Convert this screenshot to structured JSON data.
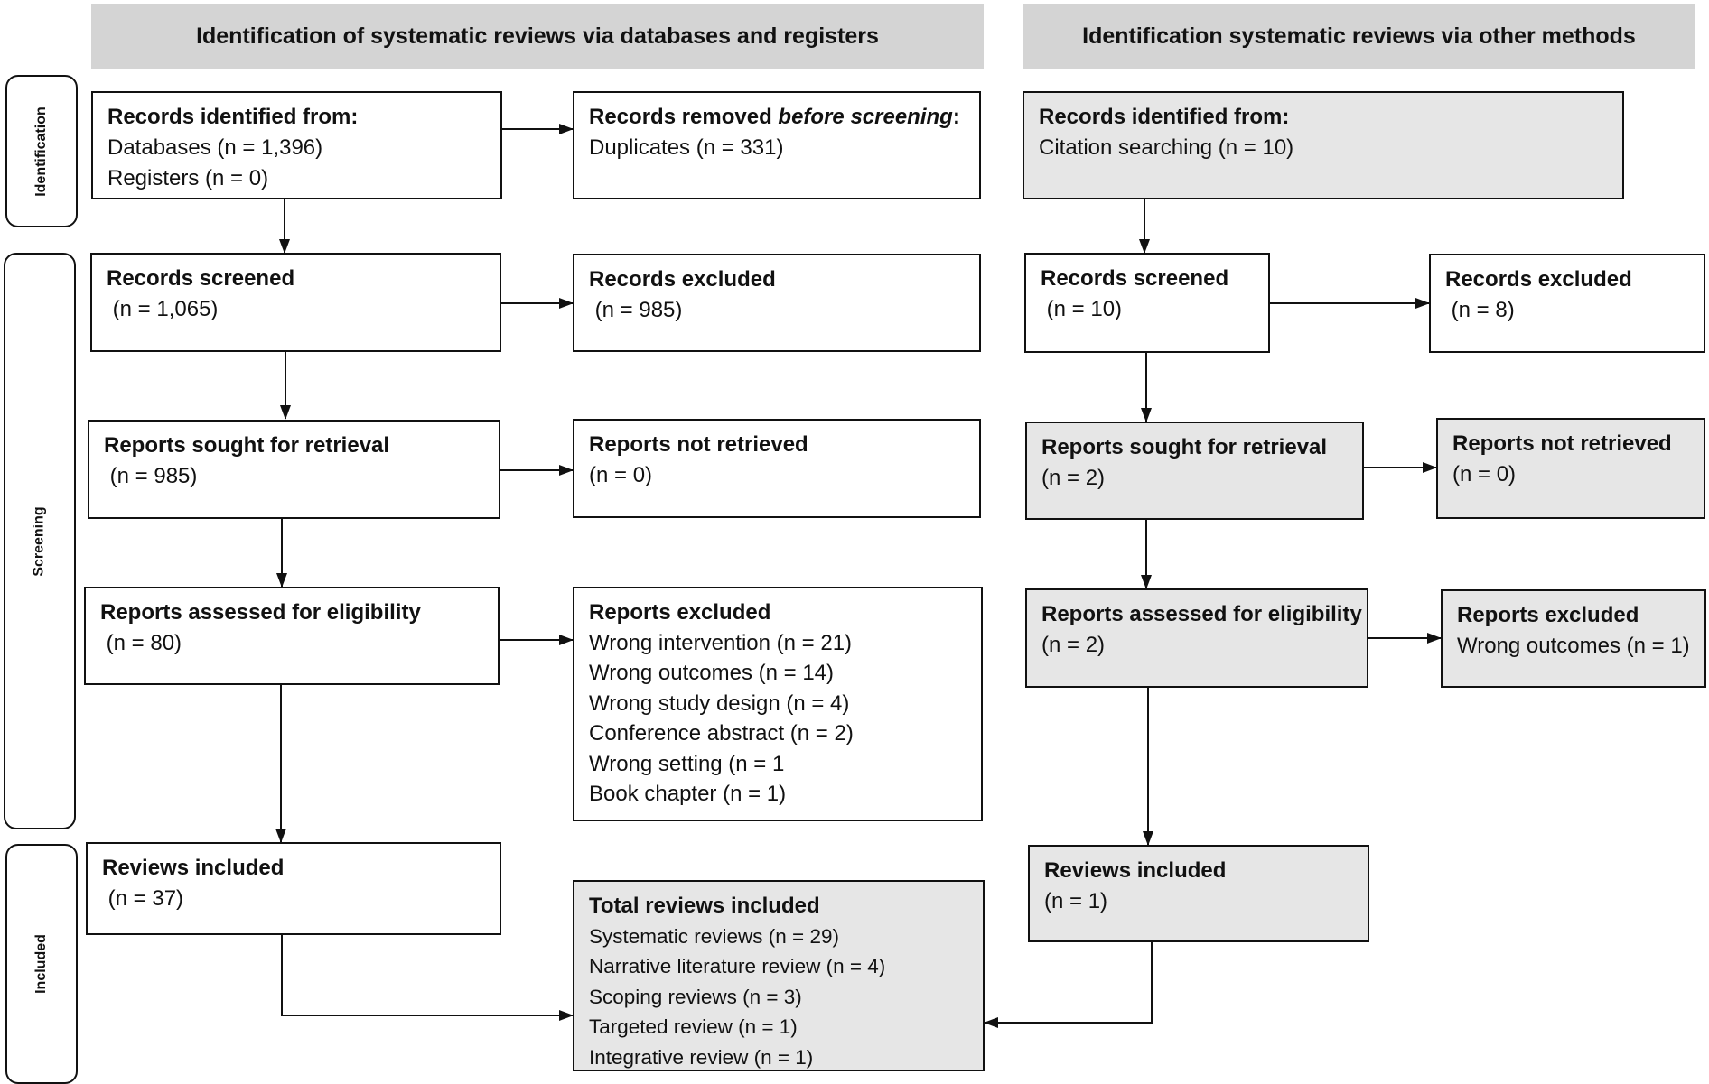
{
  "headers": {
    "left": "Identification of systematic reviews via databases and registers",
    "right": "Identification systematic reviews via other methods"
  },
  "stages": {
    "identification": "Identification",
    "screening": "Screening",
    "included": "Included"
  },
  "left": {
    "identified": {
      "title": "Records identified from:",
      "lines": [
        "Databases (n = 1,396)",
        "Registers (n = 0)"
      ]
    },
    "removed": {
      "title_pre": "Records removed ",
      "title_em": "before screening",
      "title_post": ":",
      "lines": [
        "Duplicates (n = 331)"
      ]
    },
    "screened": {
      "title": "Records screened",
      "lines": [
        " (n = 1,065)"
      ]
    },
    "excluded": {
      "title": "Records excluded",
      "lines": [
        " (n = 985)"
      ]
    },
    "sought": {
      "title": "Reports sought for retrieval",
      "lines": [
        " (n = 985)"
      ]
    },
    "not_retrieved": {
      "title": "Reports not retrieved",
      "lines": [
        "(n = 0)"
      ]
    },
    "assessed": {
      "title": "Reports assessed for eligibility",
      "lines": [
        " (n = 80)"
      ]
    },
    "reports_excluded": {
      "title": "Reports excluded",
      "lines": [
        "Wrong intervention (n = 21)",
        "Wrong outcomes (n = 14)",
        "Wrong study design (n = 4)",
        "Conference abstract (n = 2)",
        "Wrong setting (n = 1",
        "Book chapter (n = 1)"
      ]
    },
    "included": {
      "title": "Reviews included",
      "lines": [
        " (n = 37)"
      ]
    }
  },
  "total": {
    "title": "Total reviews included",
    "lines": [
      "Systematic reviews (n = 29)",
      "Narrative literature review (n = 4)",
      "Scoping reviews (n = 3)",
      "Targeted review (n = 1)",
      "Integrative review (n = 1)"
    ]
  },
  "right": {
    "identified": {
      "title": "Records identified from:",
      "lines": [
        "Citation searching (n = 10)"
      ]
    },
    "screened": {
      "title": "Records screened",
      "lines": [
        " (n = 10)"
      ]
    },
    "excluded": {
      "title": "Records excluded",
      "lines": [
        " (n = 8)"
      ]
    },
    "sought": {
      "title": "Reports sought for retrieval",
      "lines": [
        "(n = 2)"
      ]
    },
    "not_retrieved": {
      "title": "Reports not retrieved",
      "lines": [
        "(n = 0)"
      ]
    },
    "assessed": {
      "title": "Reports assessed for eligibility",
      "lines": [
        "(n = 2)"
      ]
    },
    "reports_excluded": {
      "title": "Reports excluded",
      "lines": [
        "Wrong outcomes (n = 1)"
      ]
    },
    "included": {
      "title": "Reviews included",
      "lines": [
        "(n = 1)"
      ]
    }
  },
  "colors": {
    "header_fill": "#d4d4d4",
    "grey_box_fill": "#e6e6e6",
    "line": "#111111"
  }
}
